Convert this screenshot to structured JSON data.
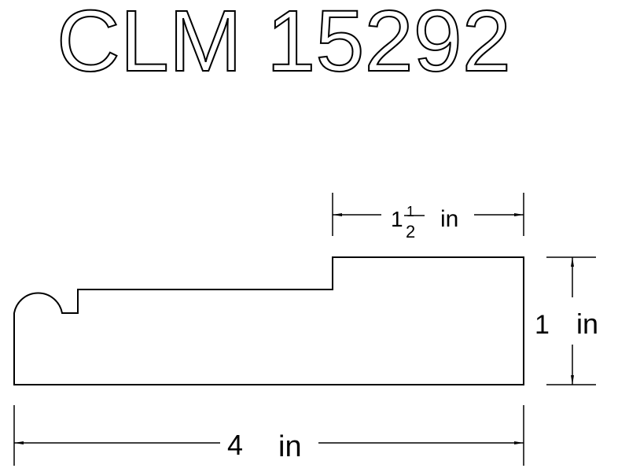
{
  "title": "CLM 15292",
  "dimensions": {
    "top": {
      "whole": "1",
      "numerator": "1",
      "denominator": "2",
      "unit": "in"
    },
    "right": {
      "value": "1",
      "unit": "in"
    },
    "bottom": {
      "value": "4",
      "unit": "in"
    }
  },
  "colors": {
    "line": "#000000",
    "background": "#ffffff"
  }
}
